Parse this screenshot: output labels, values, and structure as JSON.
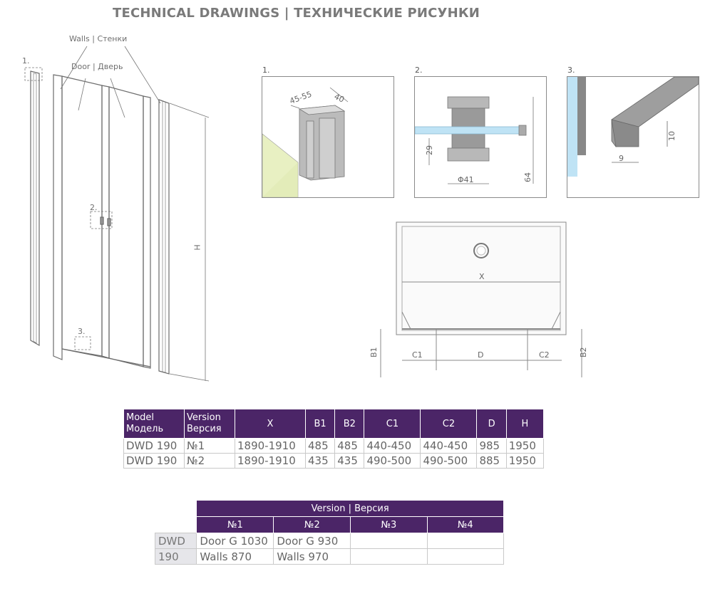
{
  "title": "TECHNICAL DRAWINGS  |  ТЕХНИЧЕСКИЕ РИСУНКИ",
  "main_drawing": {
    "walls_label": "Walls | Стенки",
    "door_label": "Door | Дверь",
    "callout_1": "1.",
    "callout_2": "2.",
    "callout_3": "3.",
    "height_label": "H"
  },
  "detail_1": {
    "number": "1.",
    "dim_a": "45-55",
    "dim_b": "40"
  },
  "detail_2": {
    "number": "2.",
    "dim_height": "29",
    "dim_diameter": "Φ41",
    "dim_total": "64"
  },
  "detail_3": {
    "number": "3.",
    "dim_height": "10",
    "dim_width": "9"
  },
  "plan_view": {
    "x": "X",
    "b1": "B1",
    "b2": "B2",
    "c1": "C1",
    "c2": "C2",
    "d": "D"
  },
  "spec_table": {
    "headers": {
      "model": "Model",
      "model_ru": "Модель",
      "version": "Version",
      "version_ru": "Версия",
      "x": "X",
      "b1": "B1",
      "b2": "B2",
      "c1": "C1",
      "c2": "C2",
      "d": "D",
      "h": "H"
    },
    "rows": [
      [
        "DWD 190",
        "№1",
        "1890-1910",
        "485",
        "485",
        "440-450",
        "440-450",
        "985",
        "1950"
      ],
      [
        "DWD 190",
        "№2",
        "1890-1910",
        "435",
        "435",
        "490-500",
        "490-500",
        "885",
        "1950"
      ]
    ]
  },
  "version_table": {
    "title": "Version | Версия",
    "columns": [
      "№1",
      "№2",
      "№3",
      "№4"
    ],
    "model_line1": "DWD",
    "model_line2": "190",
    "rows": [
      [
        "Door G 1030",
        "Door G 930",
        "",
        ""
      ],
      [
        "Walls 870",
        "Walls 970",
        "",
        ""
      ]
    ]
  },
  "colors": {
    "header_purple": "#4b2567",
    "wall_green": "#e8f0c2",
    "glass_blue": "#bfe3f5"
  }
}
